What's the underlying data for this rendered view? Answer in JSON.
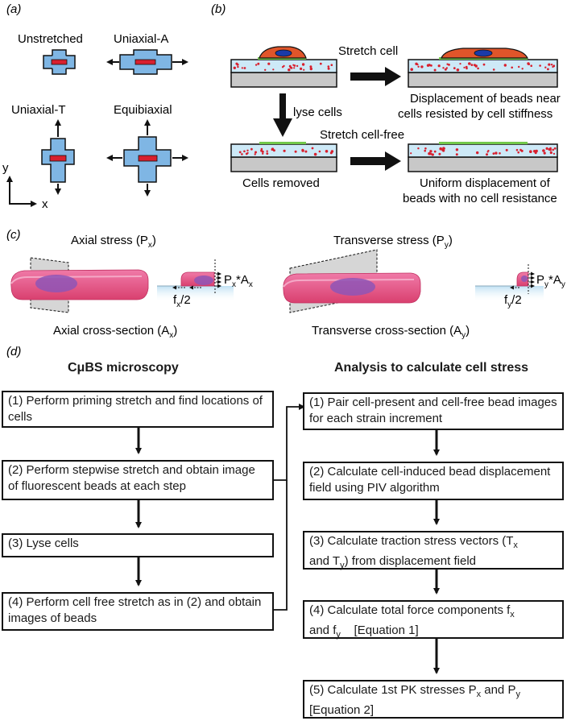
{
  "panels": {
    "a": "(a)",
    "b": "(b)",
    "c": "(c)",
    "d": "(d)"
  },
  "panel_a": {
    "unstretched": "Unstretched",
    "uniaxial_a": "Uniaxial-A",
    "uniaxial_t": "Uniaxial-T",
    "equibiaxial": "Equibiaxial",
    "axis_y": "y",
    "axis_x": "x"
  },
  "panel_b": {
    "stretch_cell": "Stretch cell",
    "result_cell_1": "Displacement of beads near",
    "result_cell_2": "cells resisted by cell stiffness",
    "lyse": "lyse cells",
    "cells_removed": "Cells removed",
    "stretch_free": "Stretch cell-free",
    "result_free_1": "Uniform displacement of",
    "result_free_2": "beads with no cell resistance"
  },
  "panel_c": {
    "axial_stress": "Axial stress (P",
    "axial_stress_sub": "x",
    "transverse_stress": "Transverse stress (P",
    "transverse_stress_sub": "y",
    "axial_section": "Axial cross-section (A",
    "axial_section_sub": "x",
    "transverse_section": "Transverse cross-section (A",
    "transverse_section_sub": "y",
    "px_ax": "P",
    "py_ay": "P",
    "fx": "f",
    "fy": "f",
    "half": "/2",
    "star_a": "*A"
  },
  "panel_d": {
    "left_title": "CμBS microscopy",
    "right_title": "Analysis to calculate cell stress",
    "left_steps": [
      "(1) Perform priming stretch and find locations of cells",
      "(2) Perform stepwise stretch and obtain image of fluorescent beads at each step",
      "(3) Lyse cells",
      "(4) Perform cell free stretch as in (2) and obtain images of beads"
    ],
    "right_steps": [
      "(1) Pair cell-present and cell-free bead images for each strain increment",
      "(2) Calculate cell-induced bead displacement field using PIV algorithm",
      "(3) Calculate traction stress vectors (T",
      "and T",
      ") from displacement field",
      "(4) Calculate total force components f",
      "and f",
      "[Equation 1]",
      "(5) Calculate 1st PK stresses P",
      "and P",
      "[Equation 2]"
    ]
  }
}
